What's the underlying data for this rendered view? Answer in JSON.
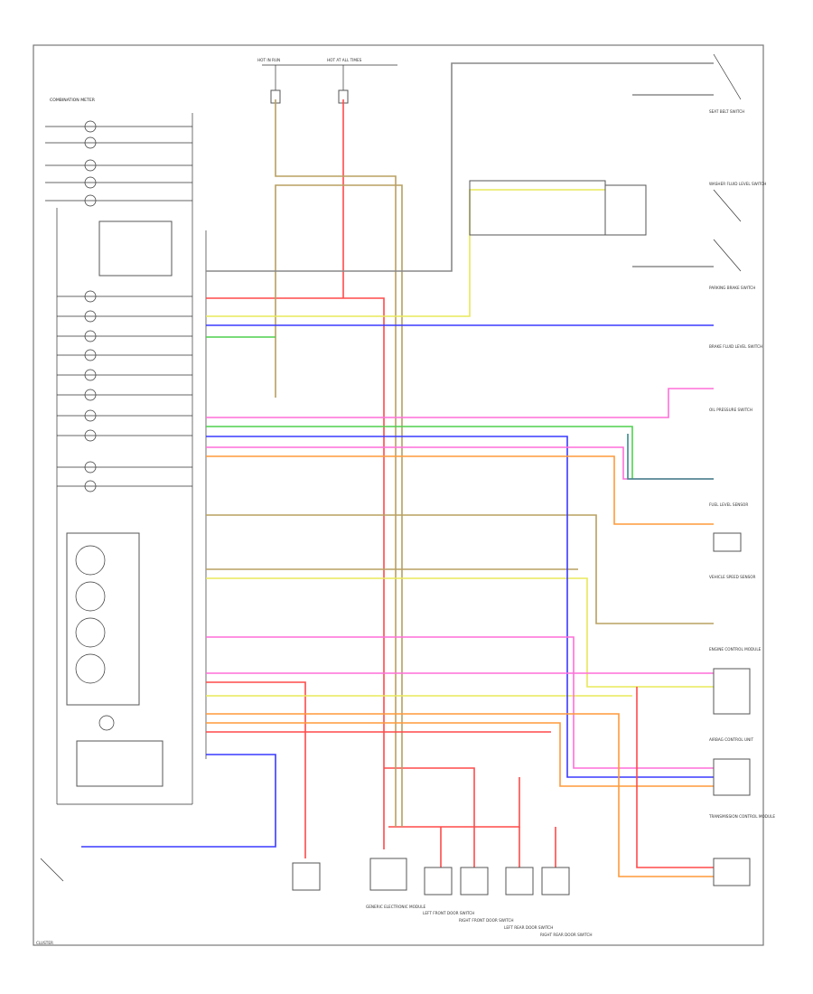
{
  "diagram": {
    "footer_left": "CLUSTER",
    "top_fuses": {
      "left": "HOT IN RUN",
      "right": "HOT AT ALL TIMES"
    },
    "left_panel_title": "COMBINATION METER",
    "components_right": [
      "SEAT BELT SWITCH",
      "WASHER FLUID LEVEL SWITCH",
      "PARKING BRAKE SWITCH",
      "BRAKE FLUID LEVEL SWITCH",
      "OIL PRESSURE SWITCH",
      "FUEL LEVEL SENSOR",
      "VEHICLE SPEED SENSOR",
      "ENGINE CONTROL MODULE",
      "AIRBAG CONTROL UNIT",
      "TRANSMISSION CONTROL MODULE"
    ],
    "components_bottom": [
      "GENERIC ELECTRONIC MODULE",
      "LEFT FRONT DOOR SWITCH",
      "RIGHT FRONT DOOR SWITCH",
      "LEFT REAR DOOR SWITCH",
      "RIGHT REAR DOOR SWITCH"
    ],
    "colors": {
      "red": "#ff4a4a",
      "pink": "#ff6fd8",
      "yellow": "#e8e85a",
      "blue": "#3a3aff",
      "green": "#4fd04f",
      "orange": "#ff9a3a",
      "tan": "#b8a060",
      "black": "#222222",
      "gray": "#888888"
    }
  }
}
